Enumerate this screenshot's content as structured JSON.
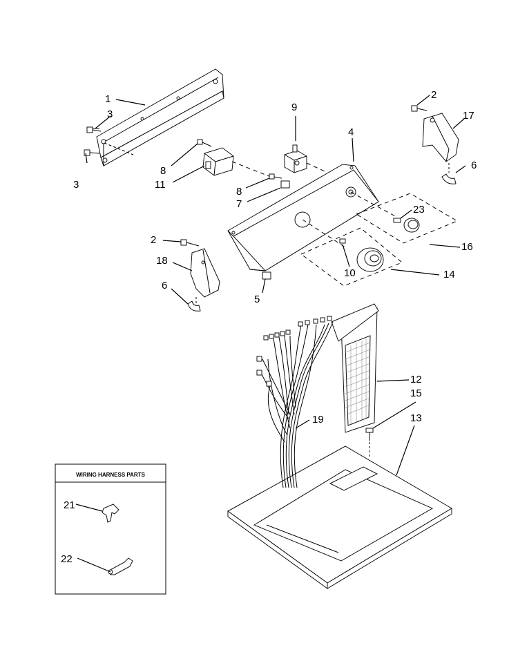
{
  "parts_diagram": {
    "callouts": [
      {
        "id": "c1",
        "text": "1"
      },
      {
        "id": "c3a",
        "text": "3"
      },
      {
        "id": "c3b",
        "text": "3"
      },
      {
        "id": "c9",
        "text": "9"
      },
      {
        "id": "c4",
        "text": "4"
      },
      {
        "id": "c2a",
        "text": "2"
      },
      {
        "id": "c17",
        "text": "17"
      },
      {
        "id": "c6a",
        "text": "6"
      },
      {
        "id": "c8a",
        "text": "8"
      },
      {
        "id": "c11",
        "text": "11"
      },
      {
        "id": "c8b",
        "text": "8"
      },
      {
        "id": "c7",
        "text": "7"
      },
      {
        "id": "c23",
        "text": "23"
      },
      {
        "id": "c16",
        "text": "16"
      },
      {
        "id": "c2b",
        "text": "2"
      },
      {
        "id": "c18",
        "text": "18"
      },
      {
        "id": "c10",
        "text": "10"
      },
      {
        "id": "c14",
        "text": "14"
      },
      {
        "id": "c6b",
        "text": "6"
      },
      {
        "id": "c5",
        "text": "5"
      },
      {
        "id": "c12",
        "text": "12"
      },
      {
        "id": "c15",
        "text": "15"
      },
      {
        "id": "c13",
        "text": "13"
      },
      {
        "id": "c19",
        "text": "19"
      },
      {
        "id": "c21",
        "text": "21"
      },
      {
        "id": "c22",
        "text": "22"
      }
    ],
    "inset": {
      "title": "WIRING HARNESS PARTS"
    }
  }
}
